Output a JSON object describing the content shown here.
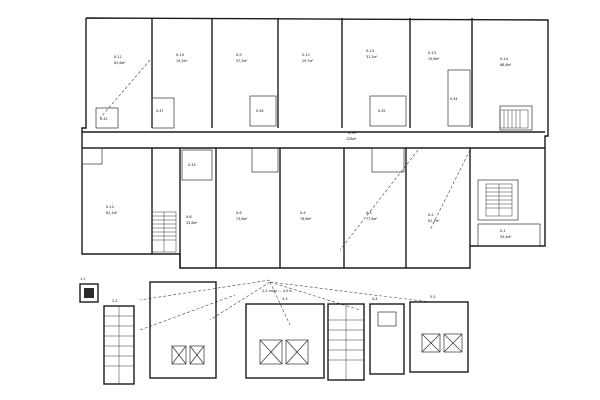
{
  "drawing": {
    "top_rooms": [
      {
        "id": "top-1",
        "code": "II-11",
        "area": "81,6м²"
      },
      {
        "id": "top-2",
        "code": "II-10",
        "area": "19,2м²"
      },
      {
        "id": "top-3",
        "code": "II-9",
        "area": "57,5м²"
      },
      {
        "id": "top-4",
        "code": "II-11",
        "area": "19,7м²"
      },
      {
        "id": "top-5",
        "code": "II-13",
        "area": "31,2м²"
      },
      {
        "id": "top-6",
        "code": "II-13",
        "area": "19,6м²"
      },
      {
        "id": "top-7",
        "code": "II-14",
        "area": "68,6м²"
      }
    ],
    "bottom_rooms": [
      {
        "id": "bot-1",
        "code": "II-12",
        "area": "81,1м²"
      },
      {
        "id": "bot-2",
        "code": "II-8",
        "area": "33,8м²"
      },
      {
        "id": "bot-3",
        "code": "II-6",
        "area": "73,8м²"
      },
      {
        "id": "bot-4",
        "code": "II-4",
        "area": "78,6м²"
      },
      {
        "id": "bot-5",
        "code": "II-3",
        "area": "77,6м²"
      },
      {
        "id": "bot-6",
        "code": "II-2",
        "area": "81,7м²"
      },
      {
        "id": "bot-7",
        "code": "II-1",
        "area": "55,4м²"
      }
    ],
    "corridor": {
      "code": "II-39",
      "area": "128м²"
    },
    "small_labels": [
      "II-37",
      "II-36",
      "II-35",
      "II-34",
      "II-33",
      "II-32"
    ],
    "section_labels": [
      "1-1",
      "2-2",
      "3-3",
      "4-4",
      "5-5"
    ],
    "note": "2-2 план — 4,0 м"
  }
}
